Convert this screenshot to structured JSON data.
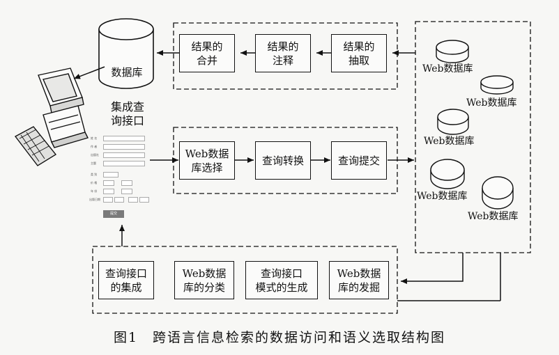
{
  "database": {
    "label": "数据库"
  },
  "interface": {
    "label": "集成查\n询接口",
    "submit_label": "提交"
  },
  "top_boxes": [
    {
      "label": "结果的\n合并"
    },
    {
      "label": "结果的\n注释"
    },
    {
      "label": "结果的\n抽取"
    }
  ],
  "middle_boxes": [
    {
      "label": "Web数据\n库选择"
    },
    {
      "label": "查询转换"
    },
    {
      "label": "查询提交"
    }
  ],
  "bottom_boxes": [
    {
      "label": "查询接口\n的集成"
    },
    {
      "label": "Web数据\n库的分类"
    },
    {
      "label": "查询接口\n模式的生成"
    },
    {
      "label": "Web数据\n库的发掘"
    }
  ],
  "web_databases": [
    {
      "label": "Web数据库"
    },
    {
      "label": "Web数据库"
    },
    {
      "label": "Web数据库"
    },
    {
      "label": "Web数据库"
    },
    {
      "label": "Web数据库"
    }
  ],
  "caption": "图1　跨语言信息检索的数据访问和语义选取结构图"
}
